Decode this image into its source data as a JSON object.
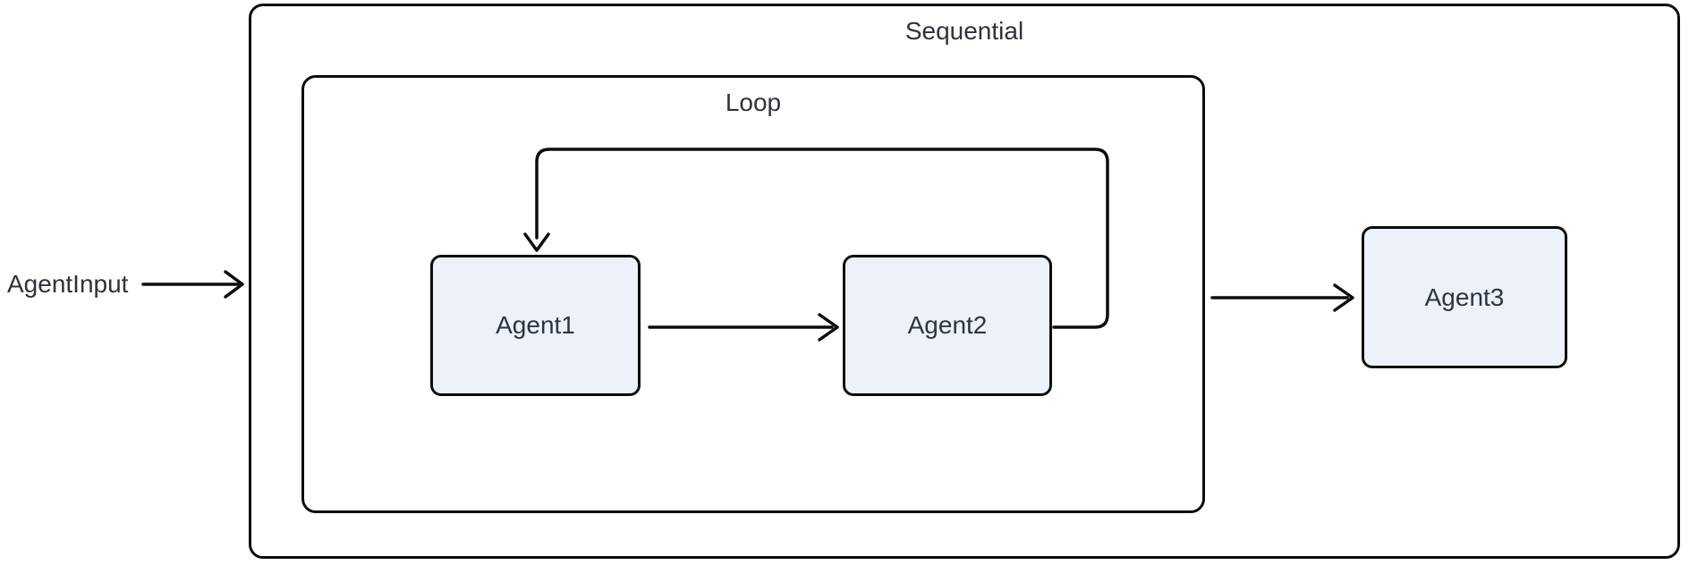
{
  "diagram": {
    "input_label": "AgentInput",
    "containers": {
      "sequential": {
        "label": "Sequential"
      },
      "loop": {
        "label": "Loop"
      }
    },
    "nodes": {
      "agent1": {
        "label": "Agent1"
      },
      "agent2": {
        "label": "Agent2"
      },
      "agent3": {
        "label": "Agent3"
      }
    },
    "edges": [
      {
        "from": "AgentInput",
        "to": "Sequential",
        "style": "arrow"
      },
      {
        "from": "Agent1",
        "to": "Agent2",
        "style": "arrow"
      },
      {
        "from": "Agent2",
        "to": "Agent1",
        "style": "loopback-arrow"
      },
      {
        "from": "Loop",
        "to": "Agent3",
        "style": "arrow"
      }
    ],
    "colors": {
      "background": "#ffffff",
      "stroke": "#0c0c0c",
      "node_fill": "#edf1fa",
      "text": "#2e323b"
    }
  }
}
